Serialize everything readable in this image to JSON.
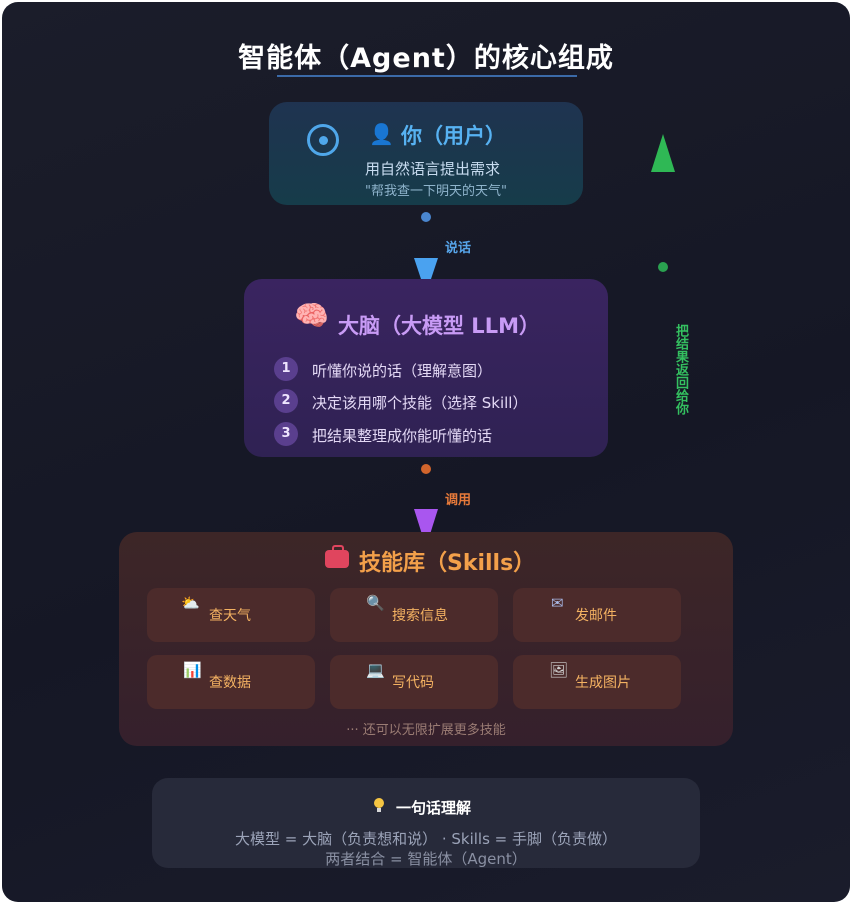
{
  "title": "智能体（Agent）的核心组成",
  "user": {
    "title": "你（用户）",
    "line1": "用自然语言提出需求",
    "line2": "\"帮我查一下明天的天气\""
  },
  "arrows": {
    "speak": "说话",
    "invoke": "调用",
    "return": "把结果返回给你"
  },
  "brain": {
    "title": "大脑（大模型 LLM）",
    "steps": [
      {
        "num": "1",
        "text": "听懂你说的话（理解意图）"
      },
      {
        "num": "2",
        "text": "决定该用哪个技能（选择 Skill）"
      },
      {
        "num": "3",
        "text": "把结果整理成你能听懂的话"
      }
    ]
  },
  "skills": {
    "title": "技能库（Skills）",
    "items": [
      {
        "icon": "⛅",
        "icon_name": "weather-icon",
        "label": "查天气"
      },
      {
        "icon": "🔍",
        "icon_name": "magnifier-icon",
        "label": "搜索信息"
      },
      {
        "icon": "✉",
        "icon_name": "email-icon",
        "label": "发邮件"
      },
      {
        "icon": "📊",
        "icon_name": "bar-chart-icon",
        "label": "查数据"
      },
      {
        "icon": "💻",
        "icon_name": "laptop-icon",
        "label": "写代码"
      },
      {
        "icon": "🖼",
        "icon_name": "image-icon",
        "label": "生成图片"
      }
    ],
    "more": "··· 还可以无限扩展更多技能"
  },
  "summary": {
    "title": "一句话理解",
    "line1": "大模型 = 大脑（负责想和说） · Skills = 手脚（负责做）",
    "line2": "两者结合 = 智能体（Agent）"
  },
  "colors": {
    "user_accent": "#4fa7ea",
    "brain_accent": "#b45bf0",
    "skills_accent": "#f3a04a",
    "return_accent": "#2fb855"
  }
}
